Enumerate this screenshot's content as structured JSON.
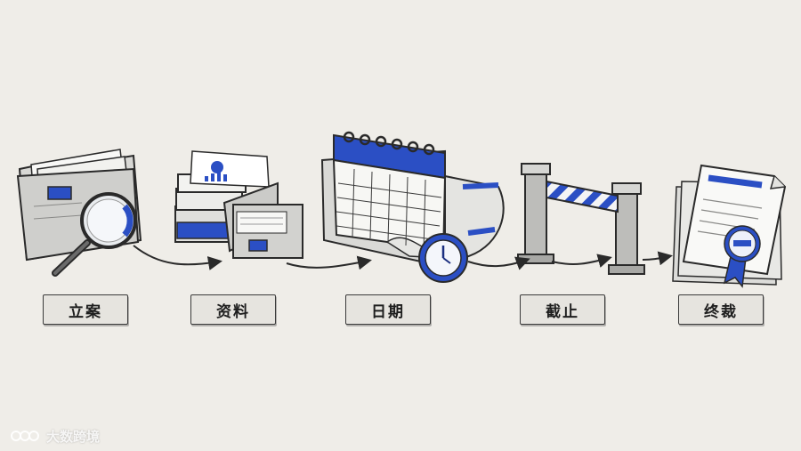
{
  "steps": [
    {
      "label": "立案",
      "icon": "folder-magnifier-icon"
    },
    {
      "label": "资料",
      "icon": "documents-drawer-icon"
    },
    {
      "label": "日期",
      "icon": "calendar-clock-icon"
    },
    {
      "label": "截止",
      "icon": "barrier-gate-icon"
    },
    {
      "label": "终裁",
      "icon": "certificate-seal-icon"
    }
  ],
  "watermark": {
    "text": "大数跨境",
    "icon": "brand-logo-icon"
  },
  "colors": {
    "background": "#efede8",
    "accent": "#2b4fc4",
    "ink": "#2a2a2a"
  }
}
